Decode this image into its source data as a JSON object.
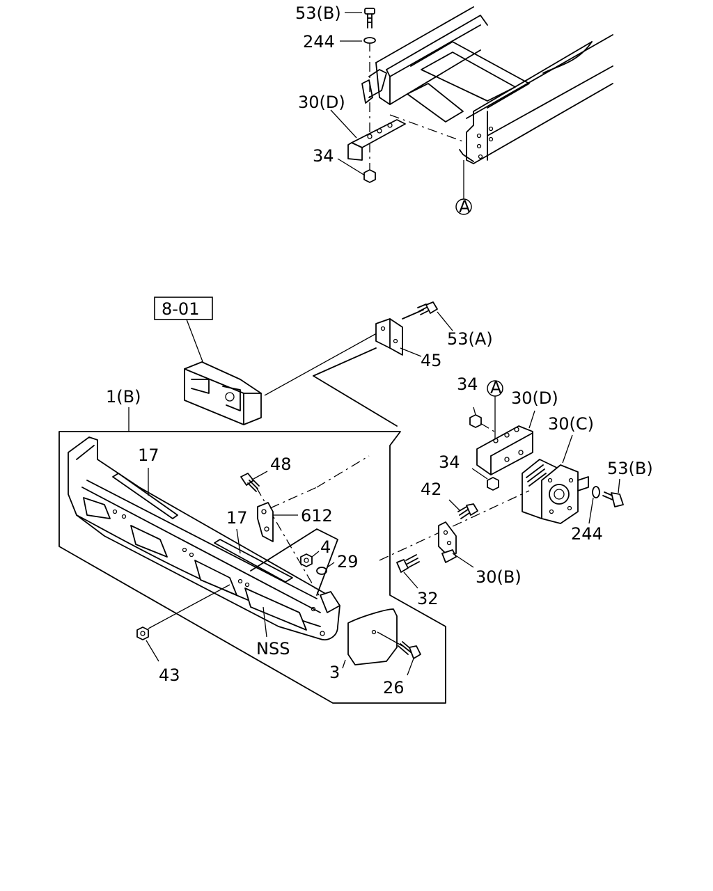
{
  "labels": {
    "l53b_top": "53(B)",
    "l244_top": "244",
    "l30d_top": "30(D)",
    "l34_top": "34",
    "lA_top": "A",
    "l801": "8-01",
    "l53a": "53(A)",
    "l45": "45",
    "l1b": "1(B)",
    "l17a": "17",
    "l17b": "17",
    "l48": "48",
    "l612": "612",
    "l4": "4",
    "l29": "29",
    "l34_mid": "34",
    "lA_mid": "A",
    "l30d_mid": "30(D)",
    "l30c": "30(C)",
    "l34_low": "34",
    "l53b_right": "53(B)",
    "l42": "42",
    "l244_right": "244",
    "l30b": "30(B)",
    "l32": "32",
    "l43": "43",
    "lnss": "NSS",
    "l3": "3",
    "l26": "26"
  }
}
